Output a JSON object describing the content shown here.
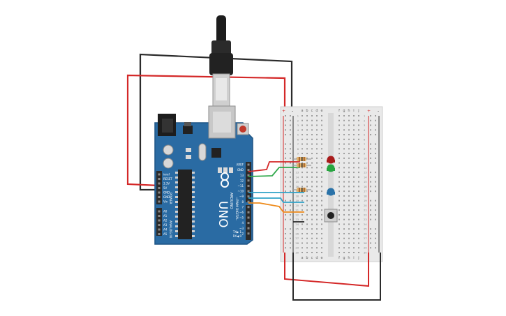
{
  "colors": {
    "board": "#2a6ba3",
    "board_edge": "#1f5585",
    "header": "#2b2b2b",
    "breadboard": "#e9e9e9",
    "rail_red": "#d42828",
    "rail_blue": "#2a2a2a",
    "wire_red": "#d42828",
    "wire_black": "#2b2b2b",
    "wire_green": "#2fa84a",
    "wire_cyan": "#2fa2c7",
    "wire_orange": "#ee8a1a",
    "led_red": "#a81b1b",
    "led_green": "#27a540",
    "led_blue": "#2a72a8"
  },
  "board": {
    "logo": "UNO",
    "brand": "ARDUINO",
    "pwm_label": "~PWM",
    "digital_label": "DIGITAL",
    "tx_label": "TX▶ 1",
    "rx_label": "RX◀ 0",
    "power_label": "POWER",
    "analog_label": "ANALOG IN",
    "power_pins": [
      "ioref",
      "RESET",
      "3.3V",
      "5V",
      "GND",
      "GND",
      "Vin"
    ],
    "analog_pins": [
      "A0",
      "A1",
      "A2",
      "A3",
      "A4",
      "A5"
    ],
    "digital_pins": [
      "AREF",
      "GND",
      "13",
      "12",
      "~11",
      "~10",
      "~9",
      "8",
      "7",
      "~6",
      "~5",
      "4",
      "~3",
      "2"
    ]
  },
  "breadboard": {
    "col_left": [
      "a",
      "b",
      "c",
      "d",
      "e"
    ],
    "col_right": [
      "f",
      "g",
      "h",
      "i",
      "j"
    ],
    "rail_plus": "+",
    "rail_minus": "-",
    "row_count": 30
  },
  "icons": {
    "usb": "usb-plug-icon",
    "reset": "reset-button-icon",
    "infinity": "infinity-logo-icon"
  }
}
